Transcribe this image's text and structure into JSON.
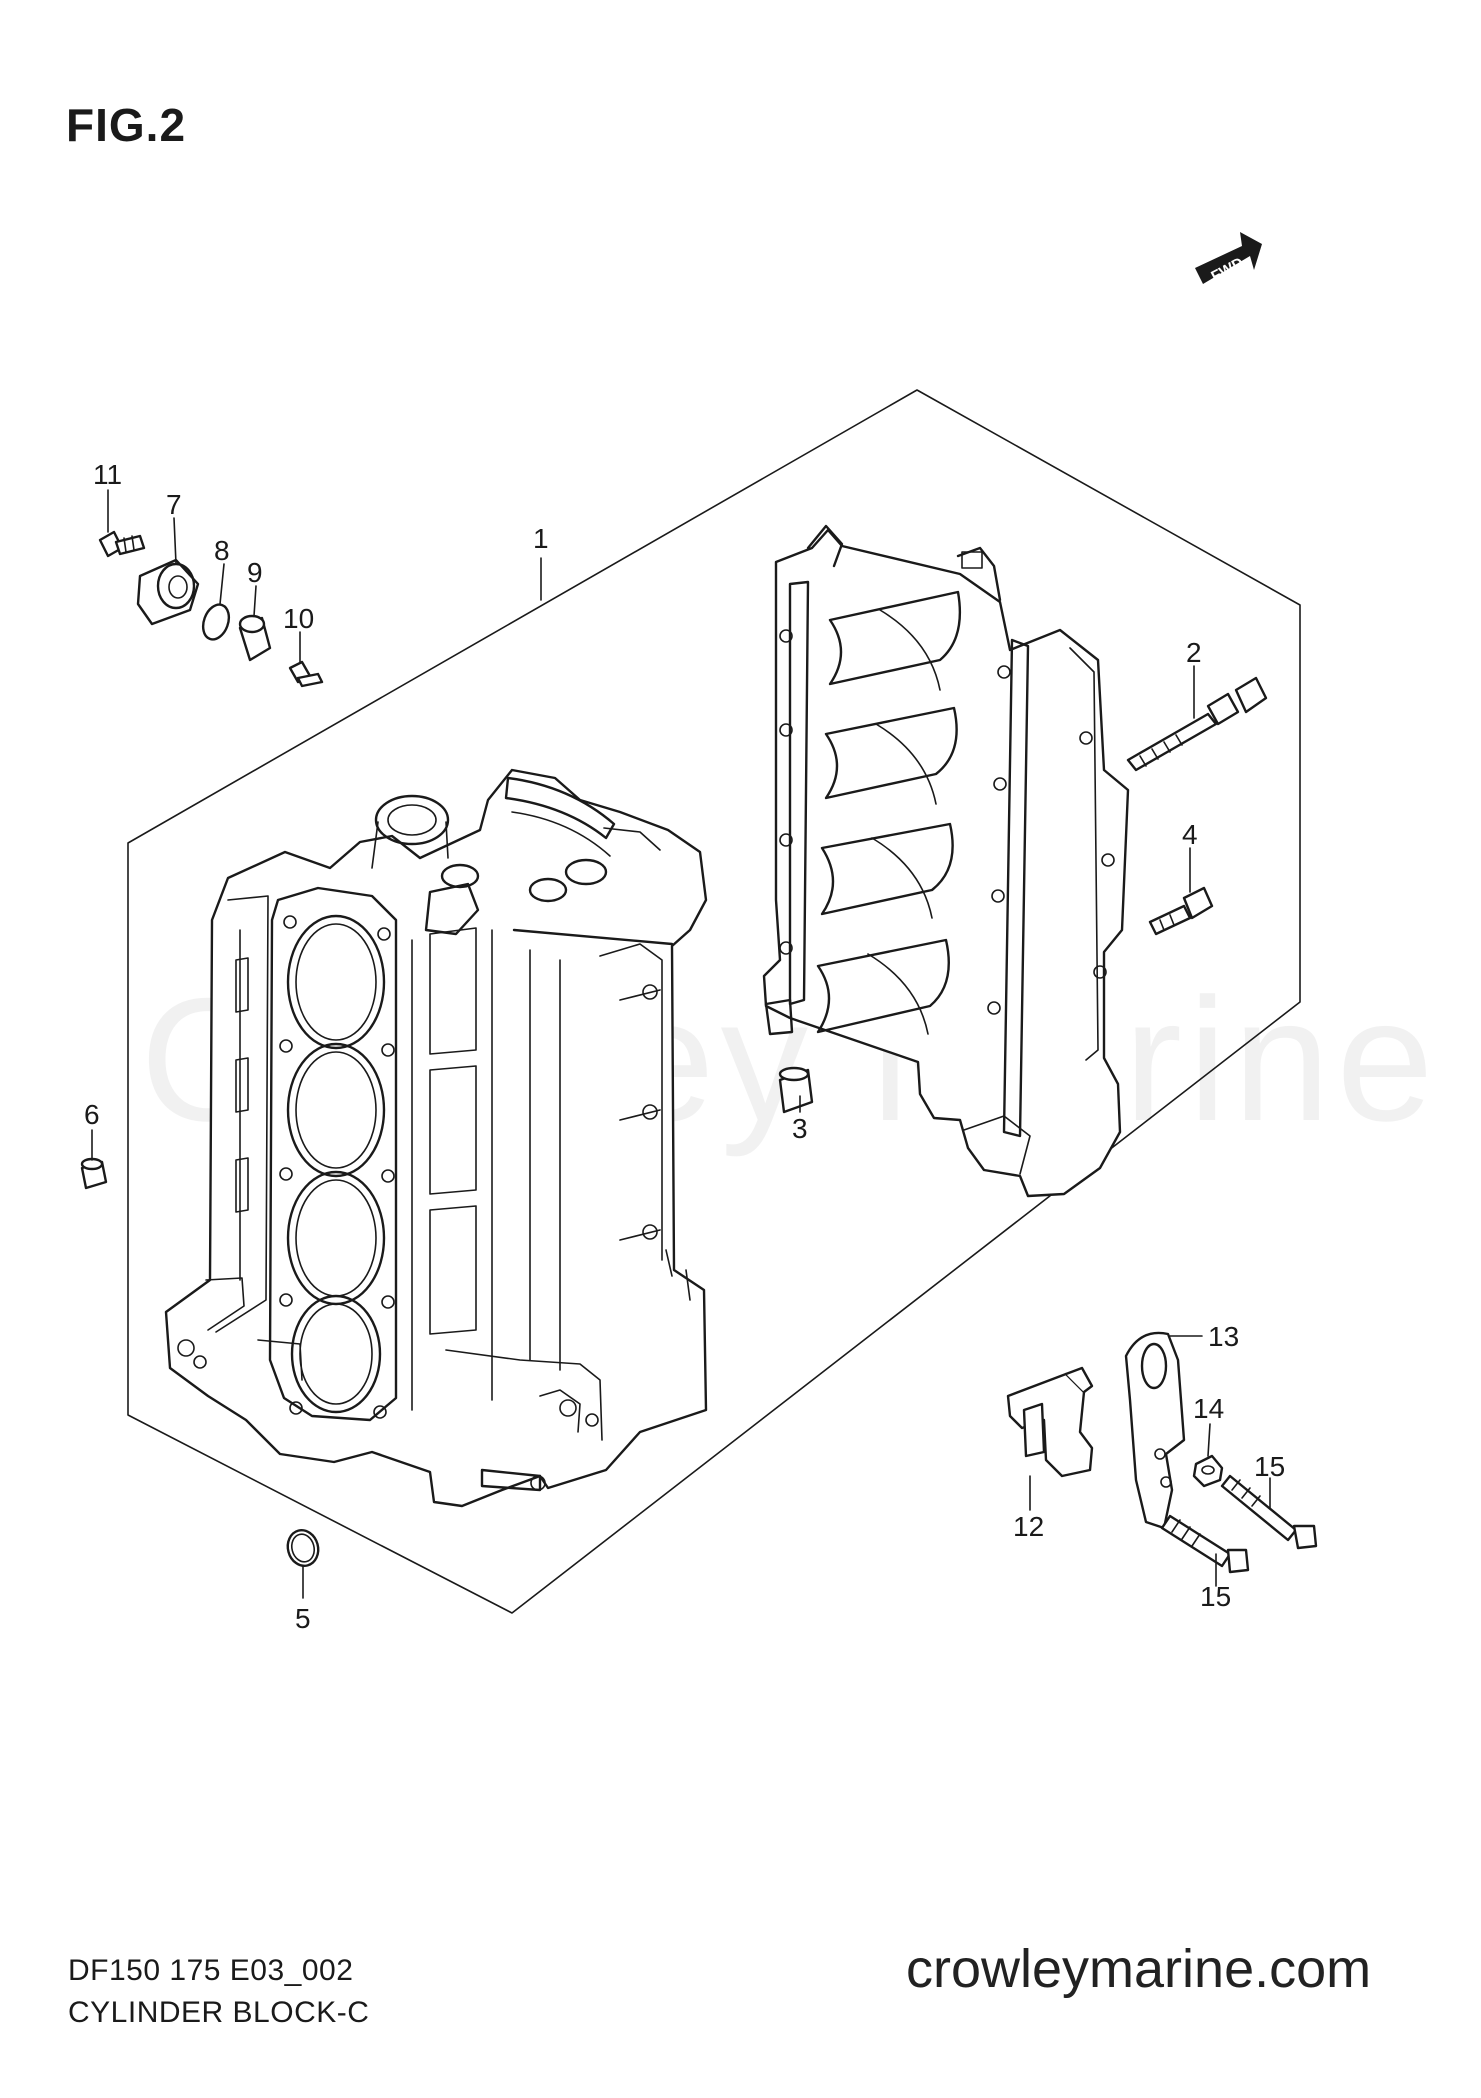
{
  "figure_label": "FIG.2",
  "forward_marker": "FWD",
  "watermark": "Crowley Marine",
  "model_code": "DF150 175 E03_002",
  "section_name": "CYLINDER BLOCK-C",
  "website": "crowleymarine.com",
  "callouts": {
    "p1": "1",
    "p2": "2",
    "p3": "3",
    "p4": "4",
    "p5": "5",
    "p6": "6",
    "p7": "7",
    "p8": "8",
    "p9": "9",
    "p10": "10",
    "p11": "11",
    "p12": "12",
    "p13": "13",
    "p14": "14",
    "p15a": "15",
    "p15b": "15"
  }
}
